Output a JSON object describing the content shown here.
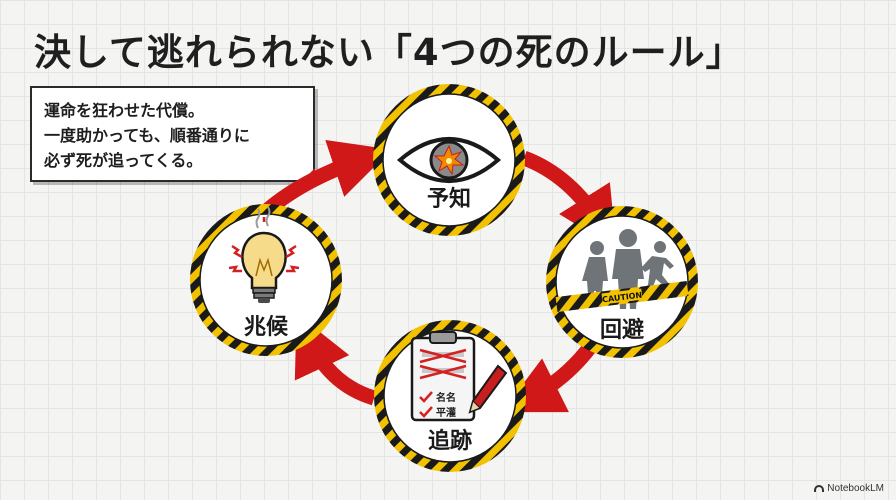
{
  "title": "決して逃れられない「4つの死のルール」",
  "note": {
    "lines": [
      "運命を狂わせた代償。",
      "一度助かっても、順番通りに",
      "必ず死が追ってくる。"
    ]
  },
  "cycle": {
    "nodes": [
      {
        "label": "予知",
        "icon": "eye-explosion-icon"
      },
      {
        "label": "回避",
        "icon": "people-running-icon"
      },
      {
        "label": "追跡",
        "icon": "clipboard-checklist-icon"
      },
      {
        "label": "兆候",
        "icon": "light-bulb-icon"
      }
    ],
    "caution_tape": "CAUTION",
    "form_items": [
      "名名",
      "平灌"
    ]
  },
  "colors": {
    "arrow": "#d01818",
    "ring_yellow": "#f2c200",
    "ring_black": "#1a1a1a",
    "accent": "#d42020"
  },
  "brand": "NotebookLM"
}
